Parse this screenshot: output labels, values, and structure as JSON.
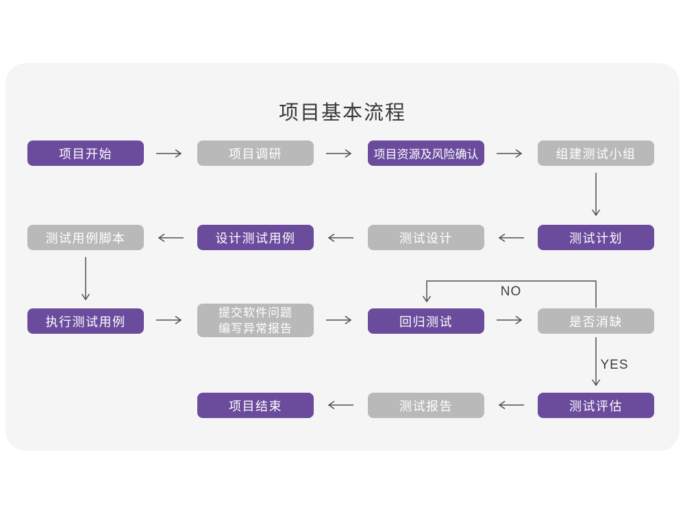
{
  "title": "项目基本流程",
  "colors": {
    "purple": "#6a4b9c",
    "gray": "#b9b9b9",
    "card_bg": "#f5f5f6",
    "arrow": "#4f4f4f",
    "text_dark": "#3b3835",
    "box_text": "#ffffff"
  },
  "nodes": [
    {
      "id": "project-start",
      "label": "项目开始",
      "variant": "purple"
    },
    {
      "id": "project-research",
      "label": "项目调研",
      "variant": "gray"
    },
    {
      "id": "resource-risk",
      "label": "项目资源及风险确认",
      "variant": "purple"
    },
    {
      "id": "build-test-team",
      "label": "组建测试小组",
      "variant": "gray"
    },
    {
      "id": "case-script",
      "label": "测试用例脚本",
      "variant": "gray"
    },
    {
      "id": "design-test-case",
      "label": "设计测试用例",
      "variant": "purple"
    },
    {
      "id": "test-design",
      "label": "测试设计",
      "variant": "gray"
    },
    {
      "id": "test-plan",
      "label": "测试计划",
      "variant": "purple"
    },
    {
      "id": "execute-test-case",
      "label": "执行测试用例",
      "variant": "purple"
    },
    {
      "id": "submit-issue",
      "label": "提交软件问题\n编写异常报告",
      "variant": "gray"
    },
    {
      "id": "regression-test",
      "label": "回归测试",
      "variant": "purple"
    },
    {
      "id": "defect-cleared",
      "label": "是否消缺",
      "variant": "gray"
    },
    {
      "id": "project-end",
      "label": "项目结束",
      "variant": "purple"
    },
    {
      "id": "test-report",
      "label": "测试报告",
      "variant": "gray"
    },
    {
      "id": "test-evaluate",
      "label": "测试评估",
      "variant": "purple"
    }
  ],
  "edge_labels": {
    "no": "NO",
    "yes": "YES"
  }
}
